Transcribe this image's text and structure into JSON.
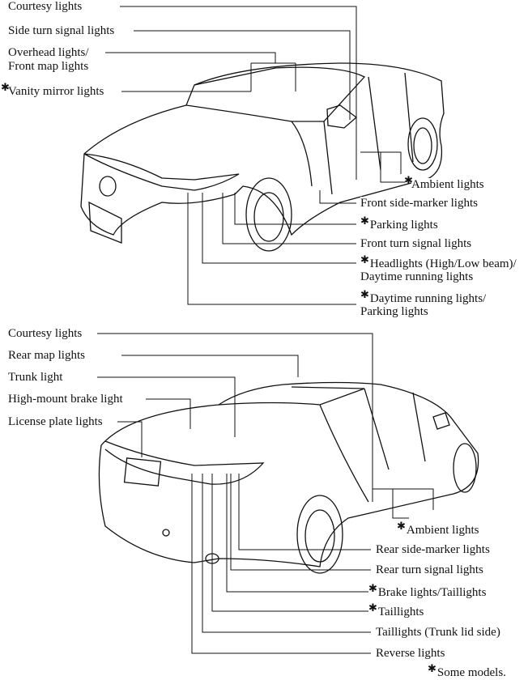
{
  "asterisk": "✱",
  "front": {
    "courtesy": "Courtesy lights",
    "side_turn": "Side turn signal lights",
    "overhead_1": "Overhead lights/",
    "overhead_2": "Front map lights",
    "vanity": "Vanity mirror lights",
    "ambient": "Ambient lights",
    "front_side_marker": "Front side-marker lights",
    "parking": "Parking lights",
    "front_turn": "Front turn signal lights",
    "headlights_1": "Headlights (High/Low beam)/",
    "headlights_2": "Daytime running lights",
    "drl_1": "Daytime running lights/",
    "drl_2": "Parking lights"
  },
  "rear": {
    "courtesy": "Courtesy lights",
    "rear_map": "Rear map lights",
    "trunk": "Trunk light",
    "high_mount": "High-mount brake light",
    "license": "License plate lights",
    "ambient": "Ambient lights",
    "rear_side_marker": "Rear side-marker lights",
    "rear_turn": "Rear turn signal lights",
    "brake": "Brake lights/Taillights",
    "taillights": "Taillights",
    "taillights_trunk": "Taillights (Trunk lid side)",
    "reverse": "Reverse lights"
  },
  "footnote": "Some models."
}
